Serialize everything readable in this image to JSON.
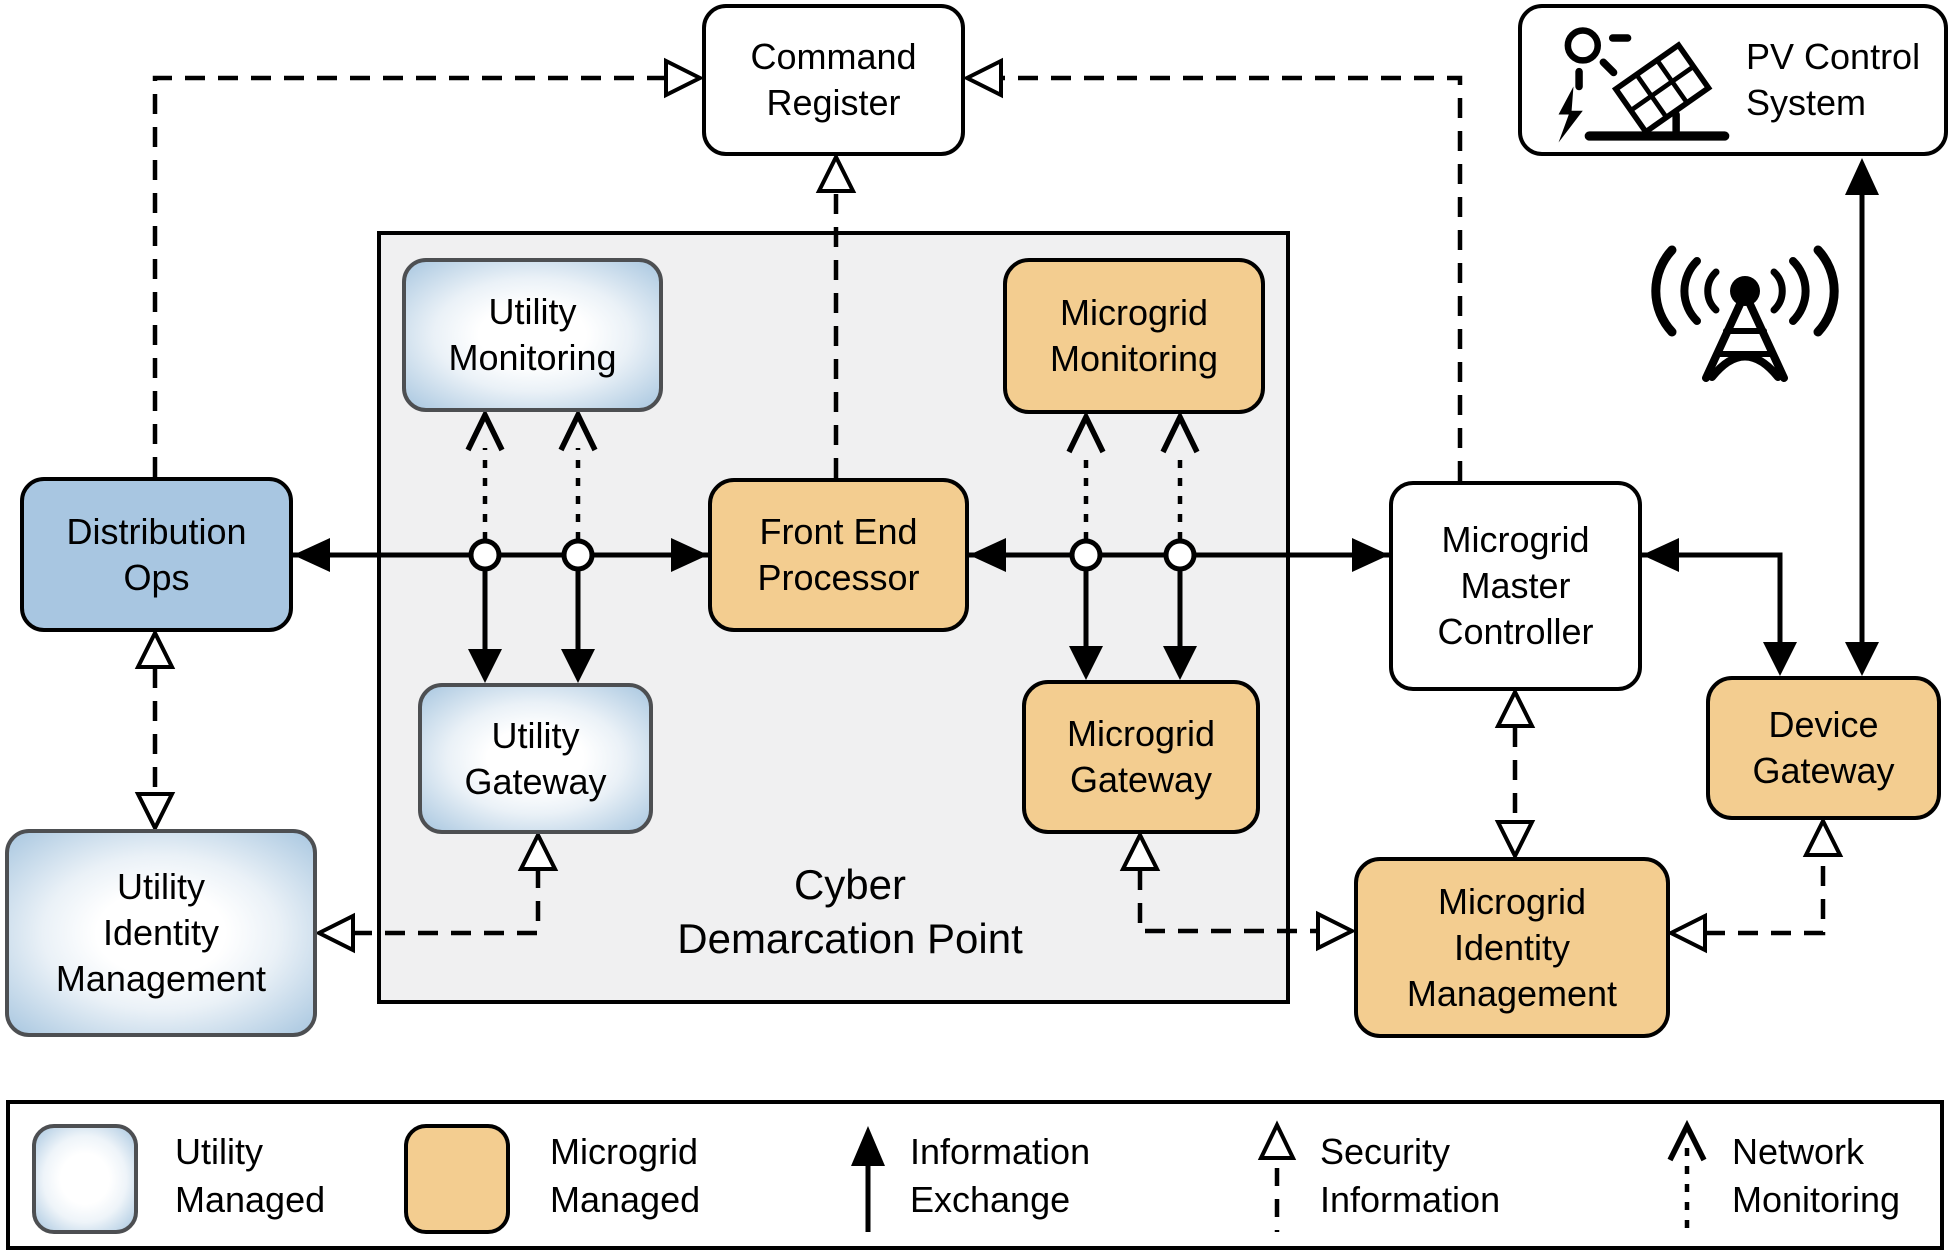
{
  "title": "Microgrid cyber architecture diagram",
  "colors": {
    "utility-solid": "#a8c6e1",
    "utility-grad": "#a9c7e0",
    "grad-border": "#4d4f52",
    "microgrid-fill": "#f3cd90",
    "cyber-bg": "#f0f0f1",
    "line": "#000000"
  },
  "nodes": {
    "command_register": {
      "lines": [
        "Command",
        "Register"
      ]
    },
    "pv_control": {
      "lines": [
        "PV Control",
        "System"
      ]
    },
    "utility_monitoring": {
      "lines": [
        "Utility",
        "Monitoring"
      ]
    },
    "microgrid_monitoring": {
      "lines": [
        "Microgrid",
        "Monitoring"
      ]
    },
    "front_end_processor": {
      "lines": [
        "Front End",
        "Processor"
      ]
    },
    "distribution_ops": {
      "lines": [
        "Distribution",
        "Ops"
      ]
    },
    "utility_gateway": {
      "lines": [
        "Utility",
        "Gateway"
      ]
    },
    "microgrid_gateway": {
      "lines": [
        "Microgrid",
        "Gateway"
      ]
    },
    "microgrid_master_controller": {
      "lines": [
        "Microgrid",
        "Master",
        "Controller"
      ]
    },
    "device_gateway": {
      "lines": [
        "Device",
        "Gateway"
      ]
    },
    "utility_identity_management": {
      "lines": [
        "Utility",
        "Identity",
        "Management"
      ]
    },
    "microgrid_identity_management": {
      "lines": [
        "Microgrid",
        "Identity",
        "Management"
      ]
    },
    "cyber_demarcation": {
      "lines": [
        "Cyber",
        "Demarcation Point"
      ]
    }
  },
  "icons": {
    "pv": "solar-panel-icon",
    "tower": "antenna-icon"
  },
  "legend": {
    "items": [
      {
        "key": "utility-managed",
        "lines": [
          "Utility",
          "Managed"
        ]
      },
      {
        "key": "microgrid-managed",
        "lines": [
          "Microgrid",
          "Managed"
        ]
      },
      {
        "key": "information-exchange",
        "lines": [
          "Information",
          "Exchange"
        ]
      },
      {
        "key": "security-information",
        "lines": [
          "Security",
          "Information"
        ]
      },
      {
        "key": "network-monitoring",
        "lines": [
          "Network",
          "Monitoring"
        ]
      }
    ]
  }
}
